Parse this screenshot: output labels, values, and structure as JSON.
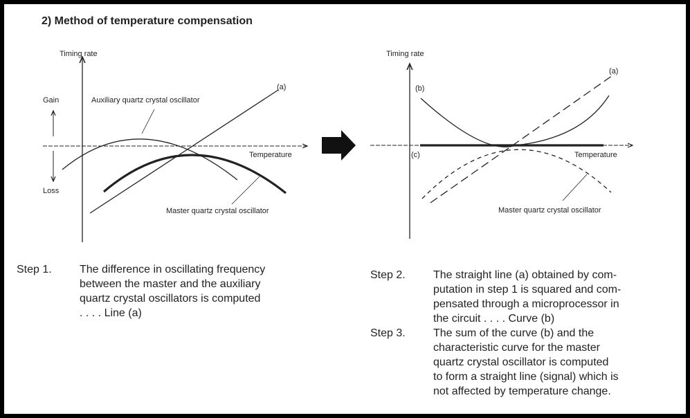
{
  "title": "2) Method of temperature compensation",
  "left_chart": {
    "y_axis": "Timing rate",
    "x_axis": "Temperature",
    "gain": "Gain",
    "loss": "Loss",
    "aux_label": "Auxiliary quartz crystal oscillator",
    "master_label": "Master quartz crystal oscillator",
    "line_a": "(a)"
  },
  "right_chart": {
    "y_axis": "Timing rate",
    "x_axis": "Temperature",
    "line_a": "(a)",
    "curve_b": "(b)",
    "line_c": "(c)",
    "master_label": "Master quartz crystal oscillator"
  },
  "steps": {
    "step1": {
      "key": "Step 1.",
      "lines": [
        "The difference in oscillating frequency",
        "between the master and the auxiliary",
        "quartz crystal oscillators is computed",
        ". . . .  Line (a)"
      ]
    },
    "step2": {
      "key": "Step 2.",
      "lines": [
        "The straight line (a) obtained by com-",
        "putation in step 1 is squared and com-",
        "pensated through a microprocessor in",
        "the circuit  . . . .  Curve (b)"
      ]
    },
    "step3": {
      "key": "Step 3.",
      "lines": [
        "The sum of the curve (b) and the",
        "characteristic curve for the master",
        "quartz crystal oscillator is computed",
        "to form a straight line (signal) which is",
        "not affected by temperature change."
      ]
    }
  }
}
